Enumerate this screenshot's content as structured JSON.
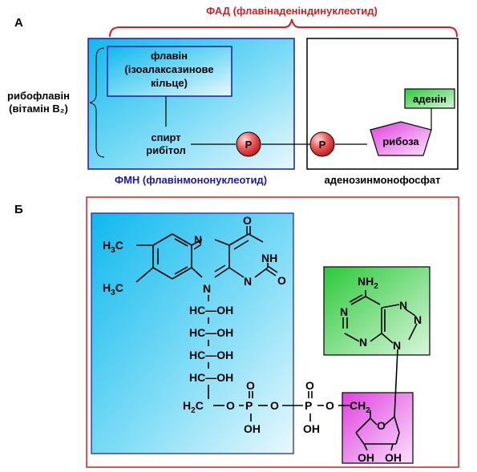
{
  "panel_a": {
    "letter": "А",
    "fad_title": "ФАД (флавінаденіндинуклеотид)",
    "riboflavin_label_line1": "рибофлавін",
    "riboflavin_label_line2": "(вітамін В₂)",
    "flavin_line1": "флавін",
    "flavin_line2": "(ізоалаксазинове",
    "flavin_line3": "кільце)",
    "ribitol_line1": "спирт",
    "ribitol_line2": "рибітол",
    "phosphate1": "Р",
    "phosphate2": "Р",
    "ribose": "рибоза",
    "adenine": "аденін",
    "fmn_label": "ФМН (флавінмононуклеотид)",
    "amp_label": "аденозинмонофосфат",
    "colors": {
      "fmn_fill": "#33ccf0",
      "fmn_border": "#1a1aa0",
      "fad_bracket": "#cc2222",
      "ribose_fill": "#ee66ee",
      "adenine_fill": "#44cc55",
      "phosphate_fill": "#e84a4a"
    }
  },
  "panel_b": {
    "letter": "Б",
    "atoms": {
      "n_ring_top": "N",
      "o_top": "O",
      "nh": "NH",
      "n_ring_bottom": "N",
      "n_ribitol": "N",
      "o_right": "O",
      "h3c_top": "H",
      "h3c_bottom": "H",
      "c_top": "C",
      "c_bottom": "C",
      "three": "3",
      "hc_oh_1": "HC—OH",
      "hc_oh_2": "HC—OH",
      "hc_oh_3": "HC—OH",
      "hc_oh_4": "HC—OH",
      "h2c": "H",
      "two": "2",
      "c": "C",
      "o_link1": "O",
      "p1": "P",
      "o_p1_top": "O",
      "oh_p1": "OH",
      "o_link2": "O",
      "p2": "P",
      "o_p2_top": "O",
      "oh_p2": "OH",
      "o_link3": "O",
      "ch2": "CH",
      "ring_o": "O",
      "oh_left": "OH",
      "oh_right": "OH",
      "nh2": "NH",
      "n_ad1": "N",
      "n_ad2": "N",
      "n_ad3": "N",
      "n_ad4": "N",
      "n_ad5": "N"
    },
    "colors": {
      "frame": "#cc2222",
      "flavin_fill": "#33ccf0",
      "adenine_fill": "#44cc55",
      "ribose_fill": "#ee66ee"
    }
  }
}
